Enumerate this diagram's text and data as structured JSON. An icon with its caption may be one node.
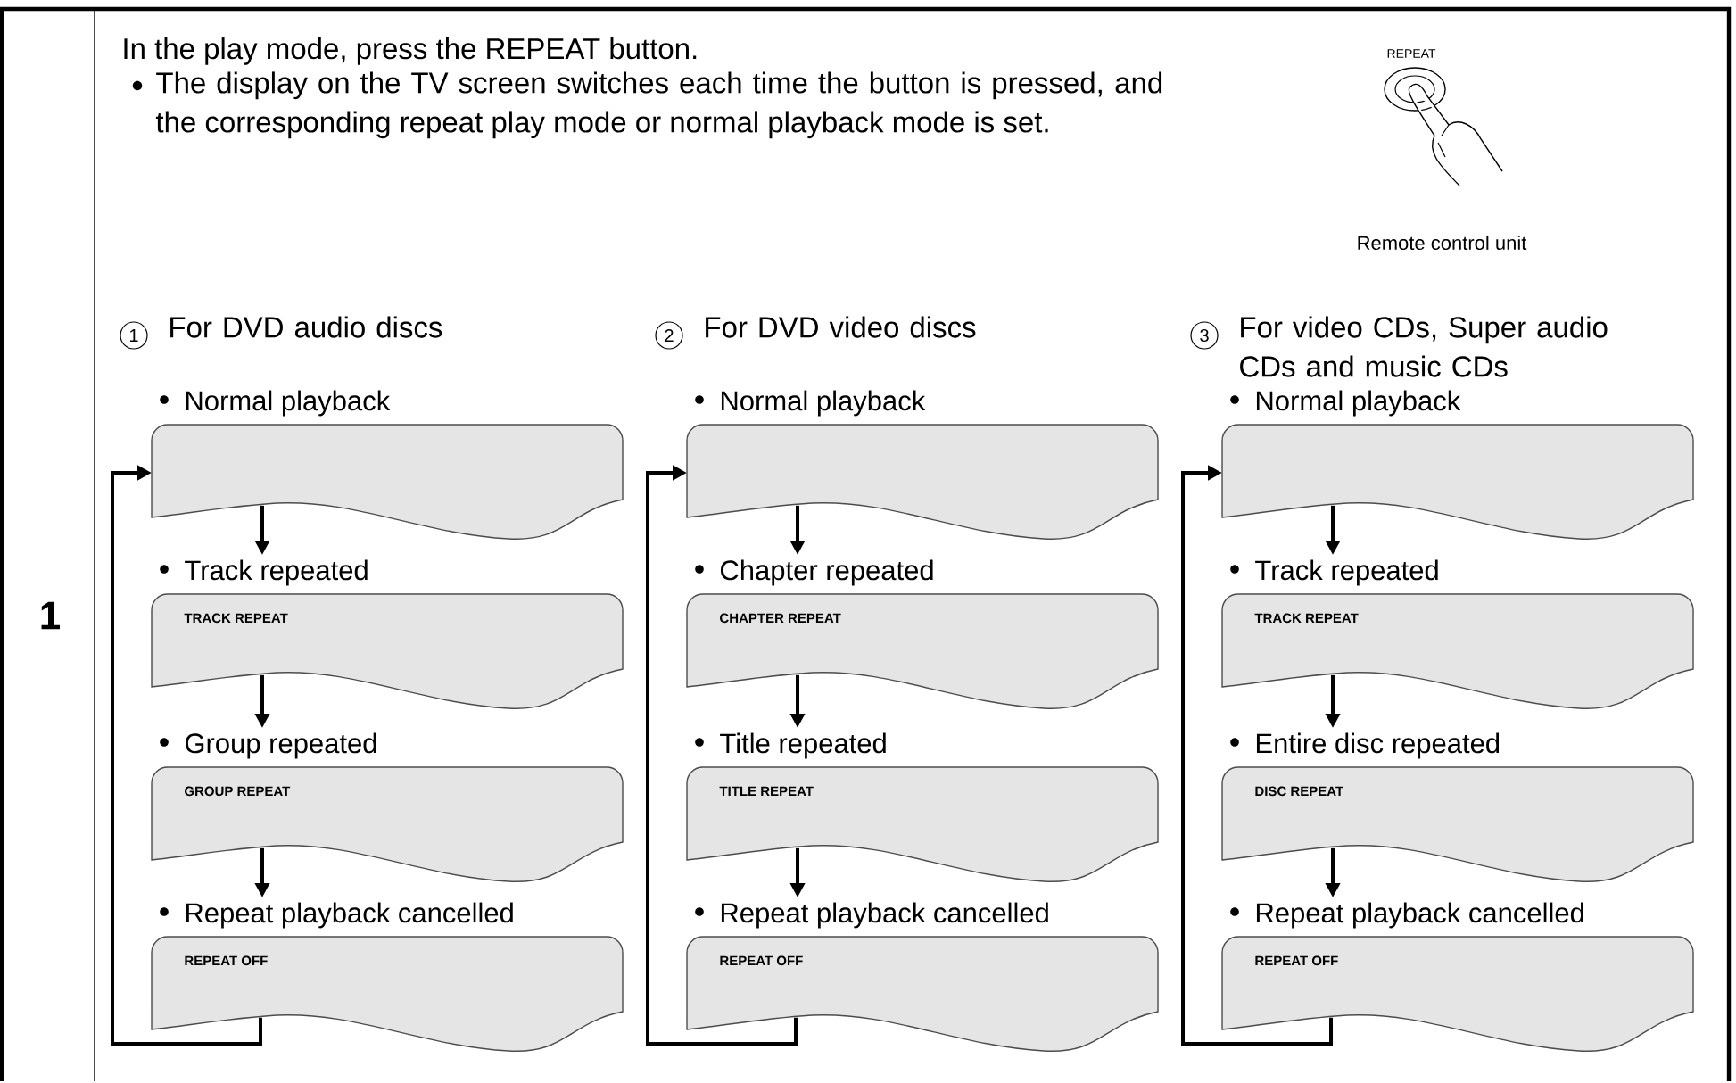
{
  "diagram": {
    "nodes": [
      {
        "text": [
          "Normal playback"
        ]
      },
      {
        "text": [
          "Track repeated",
          "TRACK REPEAT"
        ]
      },
      {
        "text": [
          "Group repeated",
          "GROUP REPEAT"
        ]
      },
      {
        "text": [
          "Repeat playback cancelled",
          "REPEAT OFF"
        ]
      },
      {
        "text": [
          "Normal playback"
        ]
      },
      {
        "text": [
          "Chapter repeated",
          "CHAPTER REPEAT"
        ]
      },
      {
        "text": [
          "Title repeated",
          "TITLE REPEAT"
        ]
      },
      {
        "text": [
          "Repeat playback cancelled",
          "REPEAT OFF"
        ]
      },
      {
        "text": [
          "Normal playback"
        ]
      },
      {
        "text": [
          "Track repeated",
          "TRACK REPEAT"
        ]
      },
      {
        "text": [
          "Entire disc repeated",
          "DISC REPEAT"
        ]
      },
      {
        "text": [
          "Repeat playback cancelled",
          "REPEAT OFF"
        ]
      }
    ],
    "edges": [
      {
        "from": 0,
        "to": 1,
        "arrow": "to"
      },
      {
        "from": 1,
        "to": 2,
        "arrow": "to"
      },
      {
        "from": 2,
        "to": 3,
        "arrow": "to"
      },
      {
        "from": 3,
        "to": 0,
        "arrow": "to"
      },
      {
        "from": 4,
        "to": 5,
        "arrow": "to"
      },
      {
        "from": 5,
        "to": 6,
        "arrow": "to"
      },
      {
        "from": 6,
        "to": 7,
        "arrow": "to"
      },
      {
        "from": 7,
        "to": 4,
        "arrow": "to"
      },
      {
        "from": 8,
        "to": 9,
        "arrow": "to"
      },
      {
        "from": 9,
        "to": 10,
        "arrow": "to"
      },
      {
        "from": 10,
        "to": 11,
        "arrow": "to"
      },
      {
        "from": 11,
        "to": 8,
        "arrow": "to"
      }
    ],
    "labels": [
      "1",
      "In the play mode, press the REPEAT button.",
      "The display on the TV screen switches each time the button is pressed, and the corresponding repeat play mode or normal playback mode is set.",
      "REPEAT",
      "Remote control unit",
      "1",
      "For DVD audio discs",
      "2",
      "For DVD video discs",
      "3",
      "For video CDs, Super audio CDs and music CDs"
    ]
  }
}
